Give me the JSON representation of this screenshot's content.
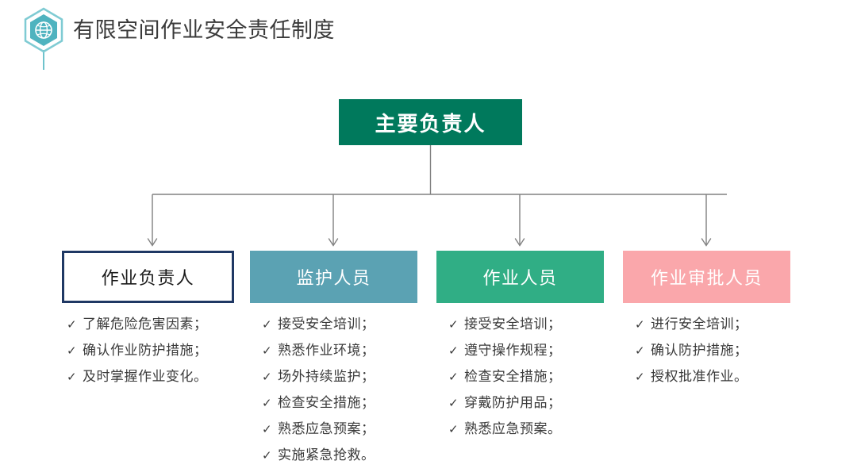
{
  "header": {
    "icon": "globe-hexagon-pin-icon",
    "title": "有限空间作业安全责任制度",
    "icon_color": "#4FB3BF",
    "title_color": "#3a3a3a"
  },
  "diagram": {
    "type": "org-chart",
    "root": {
      "label": "主要负责人",
      "fill": "#00795C",
      "text_color": "#ffffff"
    },
    "children": [
      {
        "label": "作业负责人",
        "fill": "#ffffff",
        "border_color": "#1F3864",
        "text_color": "#1a1a1a",
        "bullet_marker": "✓",
        "bullets": [
          "了解危险危害因素；",
          "确认作业防护措施；",
          "及时掌握作业变化。"
        ]
      },
      {
        "label": "监护人员",
        "fill": "#5BA2B3",
        "border_color": "#5BA2B3",
        "text_color": "#ffffff",
        "bullet_marker": "✓",
        "bullets": [
          "接受安全培训；",
          "熟悉作业环境；",
          "场外持续监护；",
          "检查安全措施；",
          "熟悉应急预案；",
          "实施紧急抢救。"
        ]
      },
      {
        "label": "作业人员",
        "fill": "#30AE85",
        "border_color": "#30AE85",
        "text_color": "#ffffff",
        "bullet_marker": "✓",
        "bullets": [
          "接受安全培训；",
          "遵守操作规程；",
          "检查安全措施；",
          "穿戴防护用品；",
          "熟悉应急预案。"
        ]
      },
      {
        "label": "作业审批人员",
        "fill": "#FAA7AB",
        "border_color": "#FAA7AB",
        "text_color": "#ffffff",
        "bullet_marker": "✓",
        "bullets": [
          "进行安全培训；",
          "确认防护措施；",
          "授权批准作业。"
        ]
      }
    ],
    "connector_color": "#808080"
  }
}
